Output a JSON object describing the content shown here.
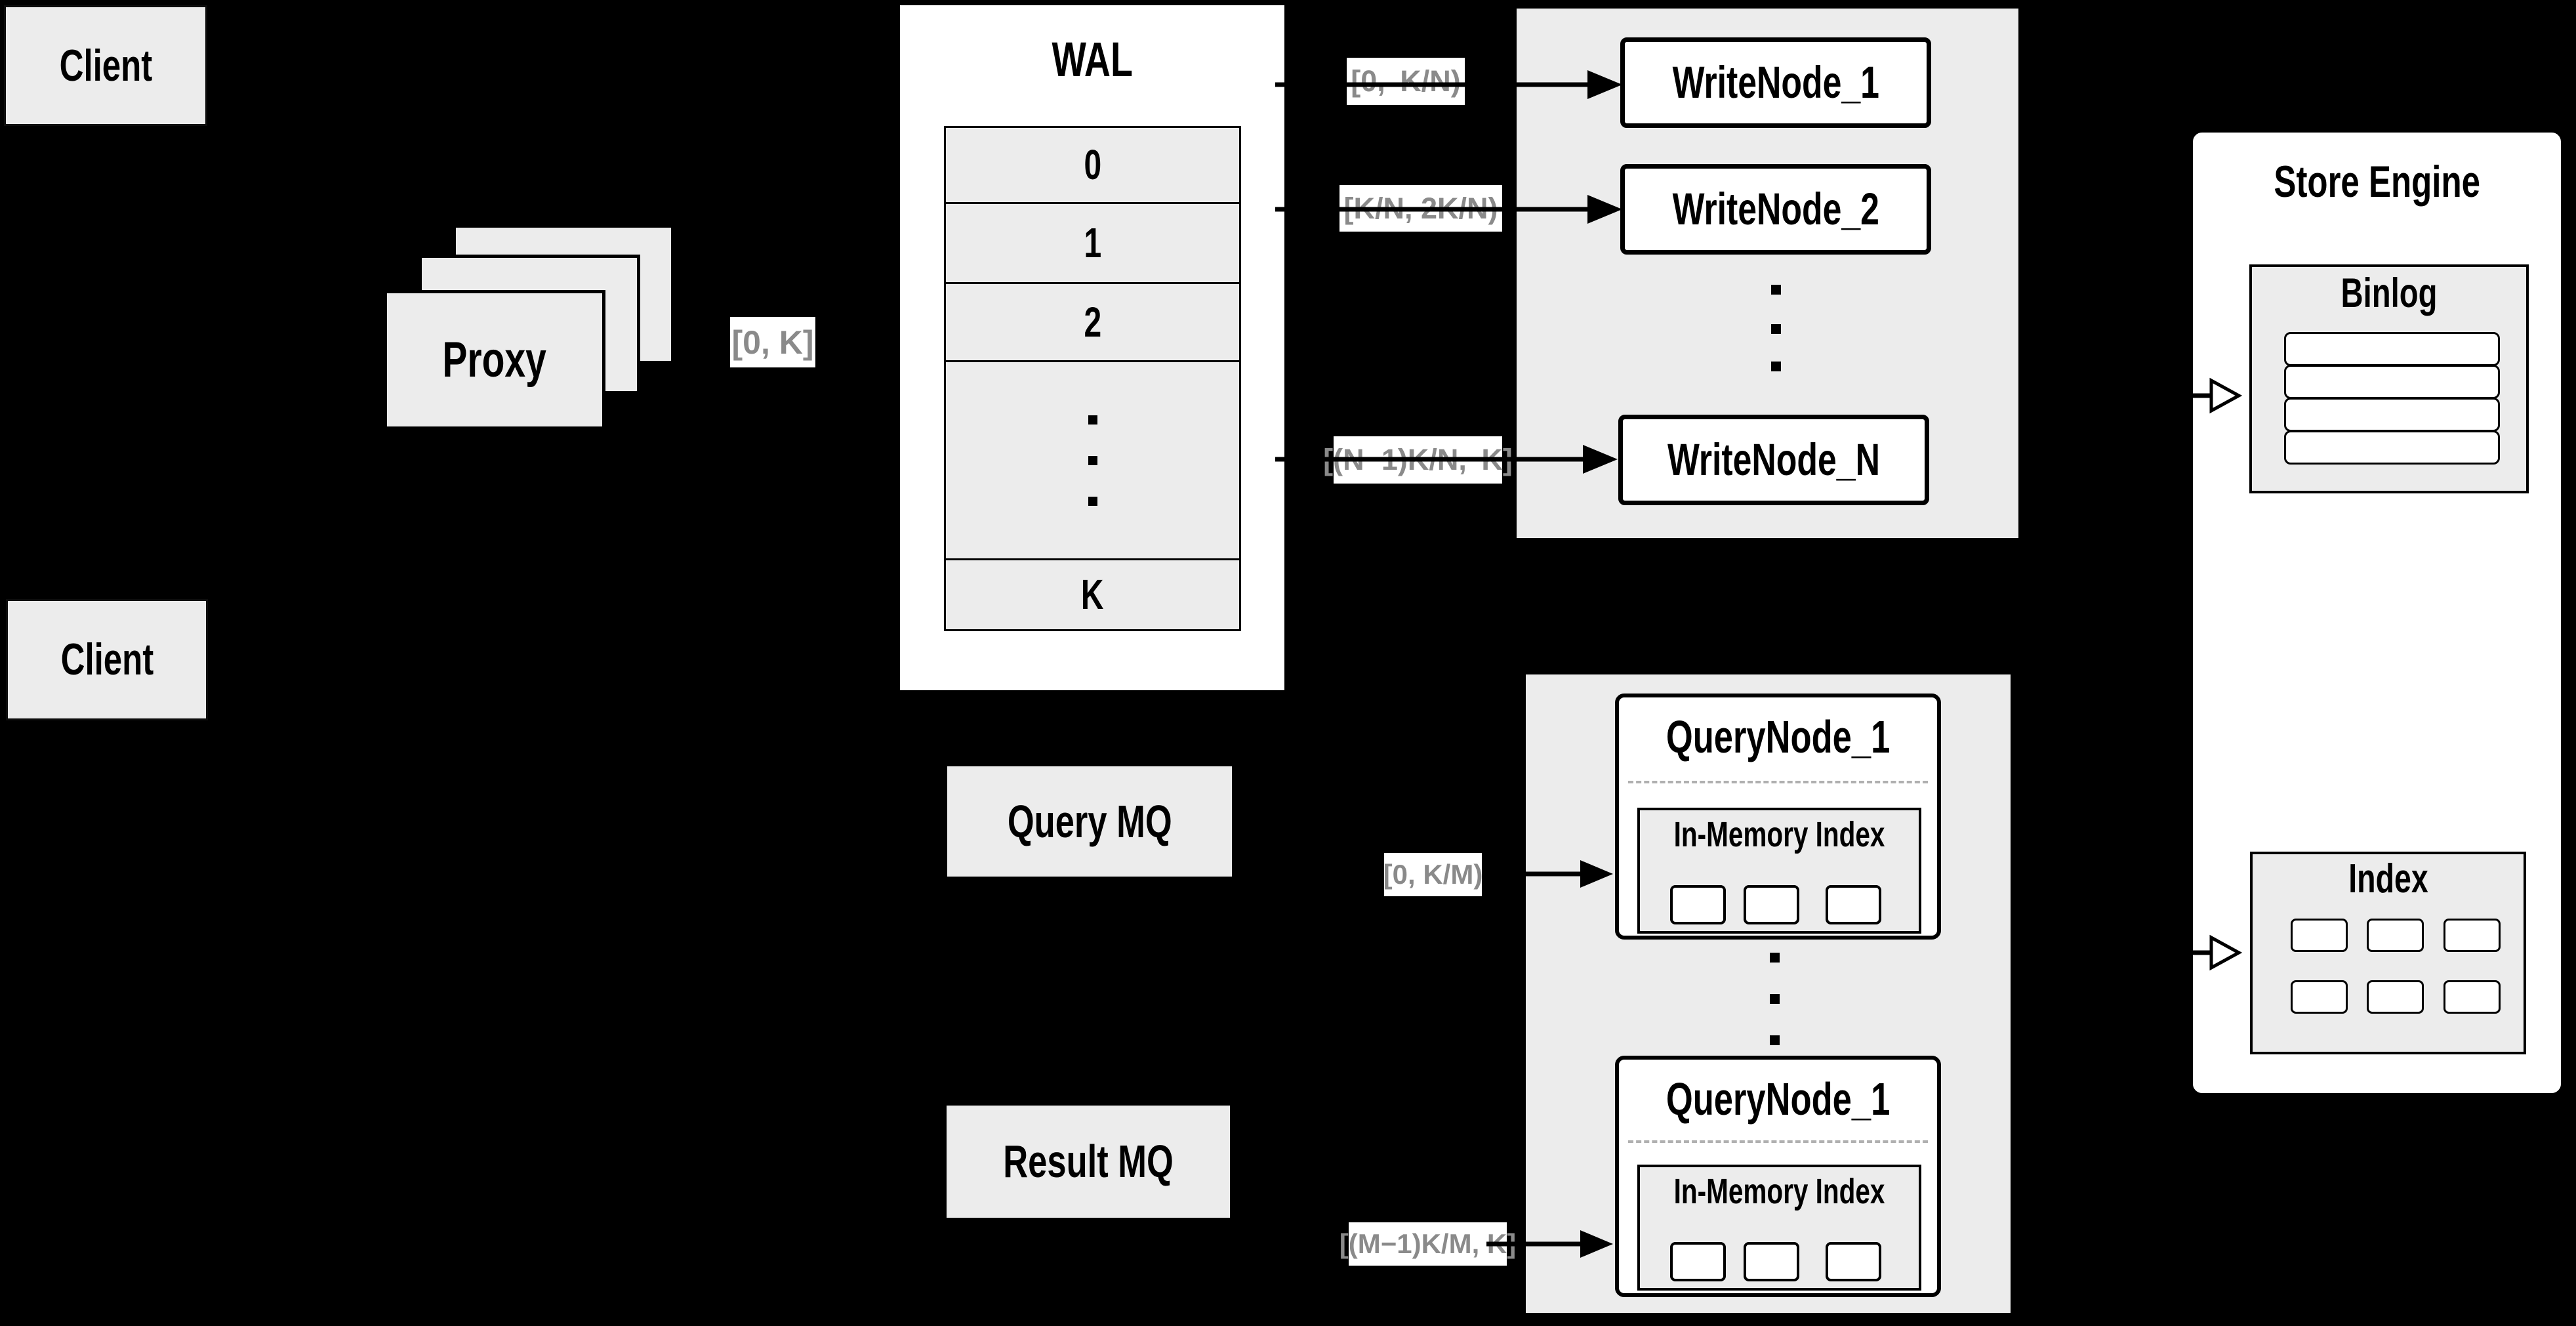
{
  "diagram": {
    "clients": {
      "top": "Client",
      "bottom": "Client"
    },
    "proxy": {
      "label": "Proxy",
      "range": "[0, K]"
    },
    "wal": {
      "title": "WAL",
      "segments": [
        "0",
        "1",
        "2"
      ],
      "last_segment": "K"
    },
    "write_layer": {
      "ranges": [
        "[0, K/N)",
        "[K/N, 2K/N)",
        "[(N−1)K/N, K]"
      ],
      "nodes": [
        "WriteNode_1",
        "WriteNode_2",
        "WriteNode_N"
      ]
    },
    "store_engine": {
      "title": "Store Engine",
      "binlog_title": "Binlog",
      "index_title": "Index"
    },
    "mq": {
      "query": "Query MQ",
      "result": "Result MQ"
    },
    "query_layer": {
      "ranges": [
        "[0, K/M)",
        "[(M−1)K/M, K]"
      ],
      "nodes": [
        {
          "title": "QueryNode_1",
          "index_title": "In-Memory Index"
        },
        {
          "title": "QueryNode_1",
          "index_title": "In-Memory Index"
        }
      ]
    },
    "colors": {
      "background": "#000000",
      "box_fill": "#ececec",
      "node_fill": "#ffffff",
      "line": "#000000",
      "range_text": "#8a8a8a"
    }
  }
}
